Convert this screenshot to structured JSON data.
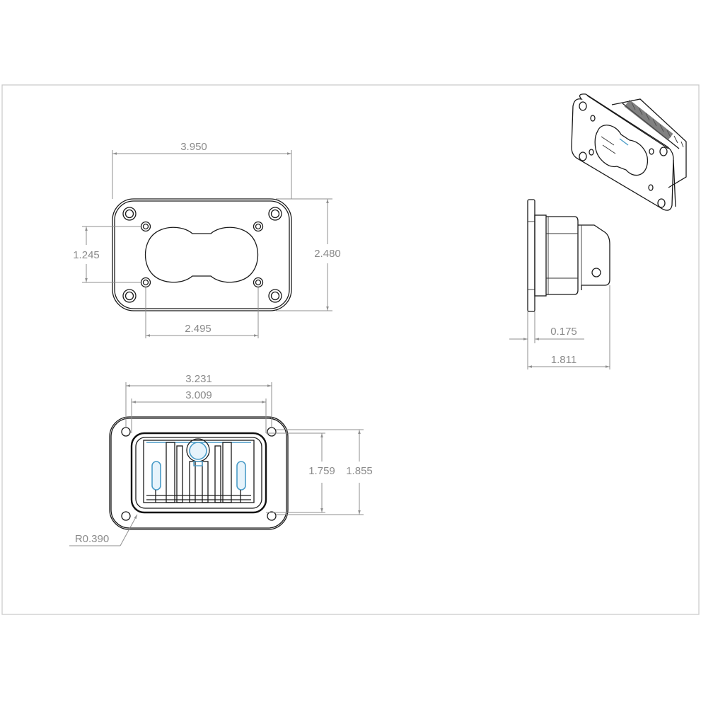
{
  "drawing": {
    "views": {
      "front_top": {
        "label": "front-view-mounting-plate",
        "dims": {
          "overall_width": "3.950",
          "overall_height": "2.480",
          "hole_spacing_vertical": "1.245",
          "hole_spacing_horizontal": "2.495"
        }
      },
      "side": {
        "label": "side-view",
        "dims": {
          "flange_thickness": "0.175",
          "overall_depth": "1.811"
        }
      },
      "front_bottom": {
        "label": "rear-view-housing",
        "dims": {
          "outer_hole_spacing": "3.231",
          "inner_width": "3.009",
          "inner_height": "1.759",
          "outer_hole_height": "1.855",
          "corner_radius": "R0.390"
        }
      },
      "iso": {
        "label": "isometric-view"
      }
    },
    "colors": {
      "line": "#1a1a1a",
      "dimension": "#8f8f8f",
      "highlight": "#4a9cc8",
      "frame": "#c8c8c8"
    }
  }
}
